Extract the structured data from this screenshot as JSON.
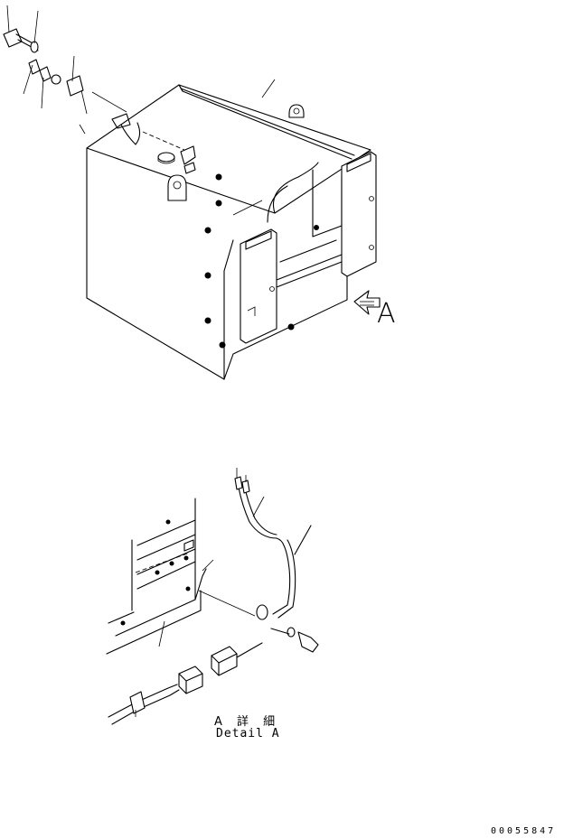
{
  "view_arrow_label": "A",
  "detail_title_jp": "A 詳 細",
  "detail_title_en": "Detail A",
  "drawing_number": "00055847"
}
